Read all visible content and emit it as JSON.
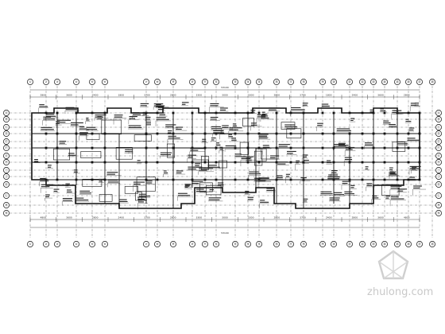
{
  "drawing": {
    "overall_dimension_top": "53100",
    "overall_dimension_bottom": "53100",
    "top_dimensions": [
      "2800",
      "3600",
      "2400",
      "1800",
      "3700",
      "2800",
      "3300",
      "3000",
      "3300",
      "2800",
      "3700",
      "1800",
      "2400",
      "3600",
      "2800"
    ],
    "bottom_dimensions": [
      "4800",
      "3600",
      "2800",
      "2400",
      "3700",
      "2800",
      "3300",
      "3000",
      "3300",
      "2800",
      "3700",
      "2400",
      "2800",
      "3600",
      "4800"
    ],
    "column_axes": [
      "①",
      "②",
      "③",
      "④",
      "⑤",
      "⑥",
      "⑦",
      "⑧",
      "⑨",
      "⑩",
      "⑪",
      "⑫",
      "⑬",
      "⑭",
      "⑮",
      "⑯",
      "⑰",
      "⑱",
      "⑲",
      "⑳",
      "㉑",
      "㉒",
      "㉓",
      "㉔",
      "㉕",
      "㉖",
      "㉗",
      "㉘",
      "㉙"
    ],
    "row_axes_left": [
      "Ⓐ",
      "Ⓑ",
      "Ⓒ",
      "Ⓓ",
      "Ⓔ",
      "Ⓕ",
      "Ⓖ",
      "Ⓗ",
      "Ⓘ",
      "Ⓙ",
      "Ⓚ",
      "Ⓛ",
      "Ⓜ",
      "Ⓝ"
    ],
    "row_axes_right": [
      "Ⓐ",
      "Ⓑ",
      "Ⓒ",
      "Ⓓ",
      "Ⓔ",
      "Ⓕ",
      "Ⓖ",
      "Ⓗ",
      "Ⓘ",
      "Ⓙ",
      "Ⓚ",
      "Ⓛ",
      "Ⓜ",
      "Ⓝ"
    ]
  },
  "watermark": {
    "text": "zhulong.com"
  },
  "colors": {
    "line": "#111111",
    "watermark": "#c9c9c9"
  }
}
